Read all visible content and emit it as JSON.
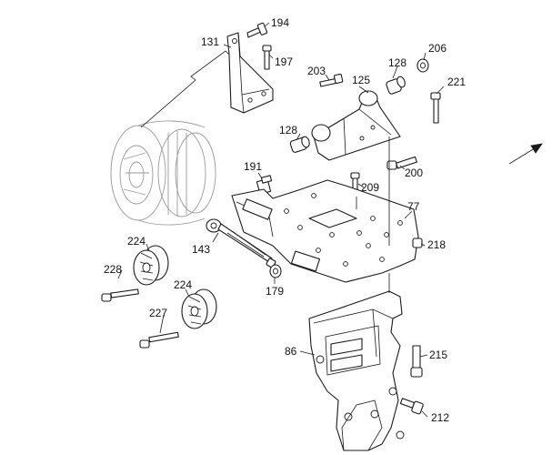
{
  "labels": {
    "l194": "194",
    "l131": "131",
    "l197": "197",
    "l203": "203",
    "l125": "125",
    "l128a": "128",
    "l206": "206",
    "l221": "221",
    "l128b": "128",
    "l200": "200",
    "l191": "191",
    "l209": "209",
    "l77": "77",
    "l224a": "224",
    "l143": "143",
    "l218": "218",
    "l228": "228",
    "l179": "179",
    "l224b": "224",
    "l227": "227",
    "l86": "86",
    "l215": "215",
    "l212": "212"
  },
  "icons": {
    "direction": "arrow-icon"
  },
  "colors": {
    "line": "#1a1a1a",
    "ghost": "#9a9a9a",
    "background": "#ffffff"
  }
}
